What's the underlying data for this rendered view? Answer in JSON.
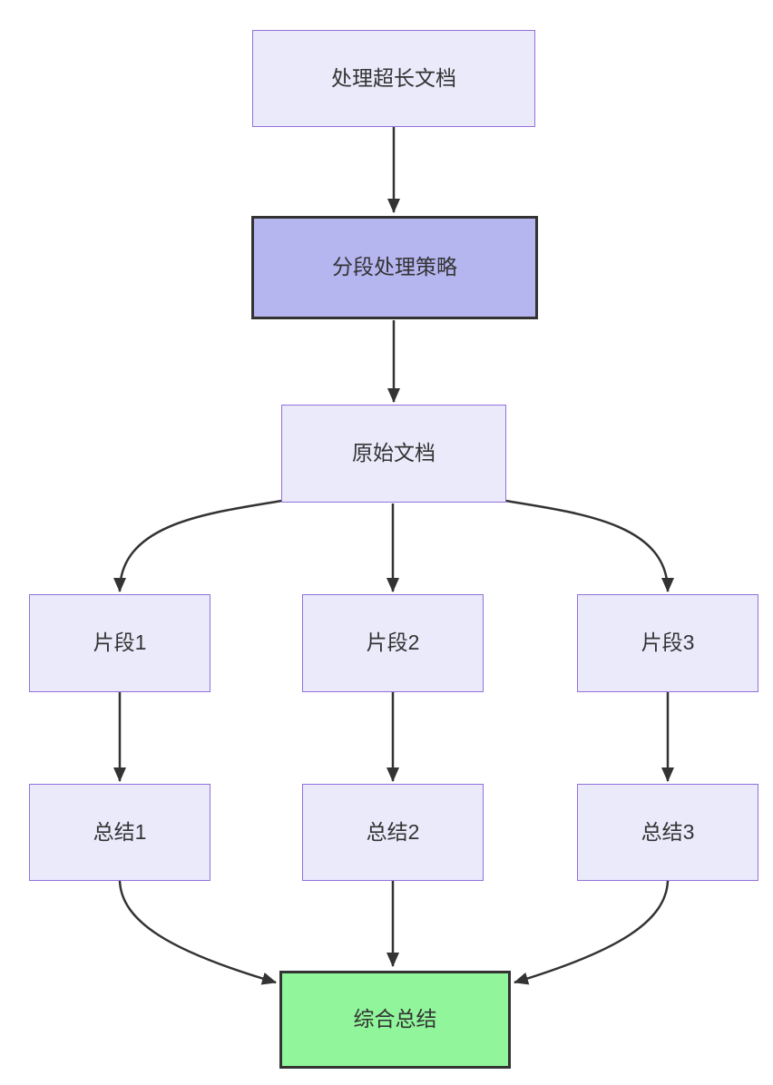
{
  "diagram": {
    "type": "flowchart",
    "direction": "top-down",
    "nodes": [
      {
        "id": "start",
        "label": "处理超长文档",
        "style": "default"
      },
      {
        "id": "strategy",
        "label": "分段处理策略",
        "style": "emphasis"
      },
      {
        "id": "doc",
        "label": "原始文档",
        "style": "default"
      },
      {
        "id": "frag1",
        "label": "片段1",
        "style": "default"
      },
      {
        "id": "frag2",
        "label": "片段2",
        "style": "default"
      },
      {
        "id": "frag3",
        "label": "片段3",
        "style": "default"
      },
      {
        "id": "sum1",
        "label": "总结1",
        "style": "default"
      },
      {
        "id": "sum2",
        "label": "总结2",
        "style": "default"
      },
      {
        "id": "sum3",
        "label": "总结3",
        "style": "default"
      },
      {
        "id": "final",
        "label": "综合总结",
        "style": "success"
      }
    ],
    "edges": [
      {
        "from": "start",
        "to": "strategy"
      },
      {
        "from": "strategy",
        "to": "doc"
      },
      {
        "from": "doc",
        "to": "frag1"
      },
      {
        "from": "doc",
        "to": "frag2"
      },
      {
        "from": "doc",
        "to": "frag3"
      },
      {
        "from": "frag1",
        "to": "sum1"
      },
      {
        "from": "frag2",
        "to": "sum2"
      },
      {
        "from": "frag3",
        "to": "sum3"
      },
      {
        "from": "sum1",
        "to": "final"
      },
      {
        "from": "sum2",
        "to": "final"
      },
      {
        "from": "sum3",
        "to": "final"
      }
    ],
    "colors": {
      "background": "#FFFFFF",
      "node_fill": "#EAEAFB",
      "node_border": "#9370DB",
      "emphasis_fill": "#B5B5F0",
      "success_fill": "#90F59B",
      "emphasis_border": "#333333",
      "arrow": "#333333",
      "text": "#333333"
    }
  }
}
